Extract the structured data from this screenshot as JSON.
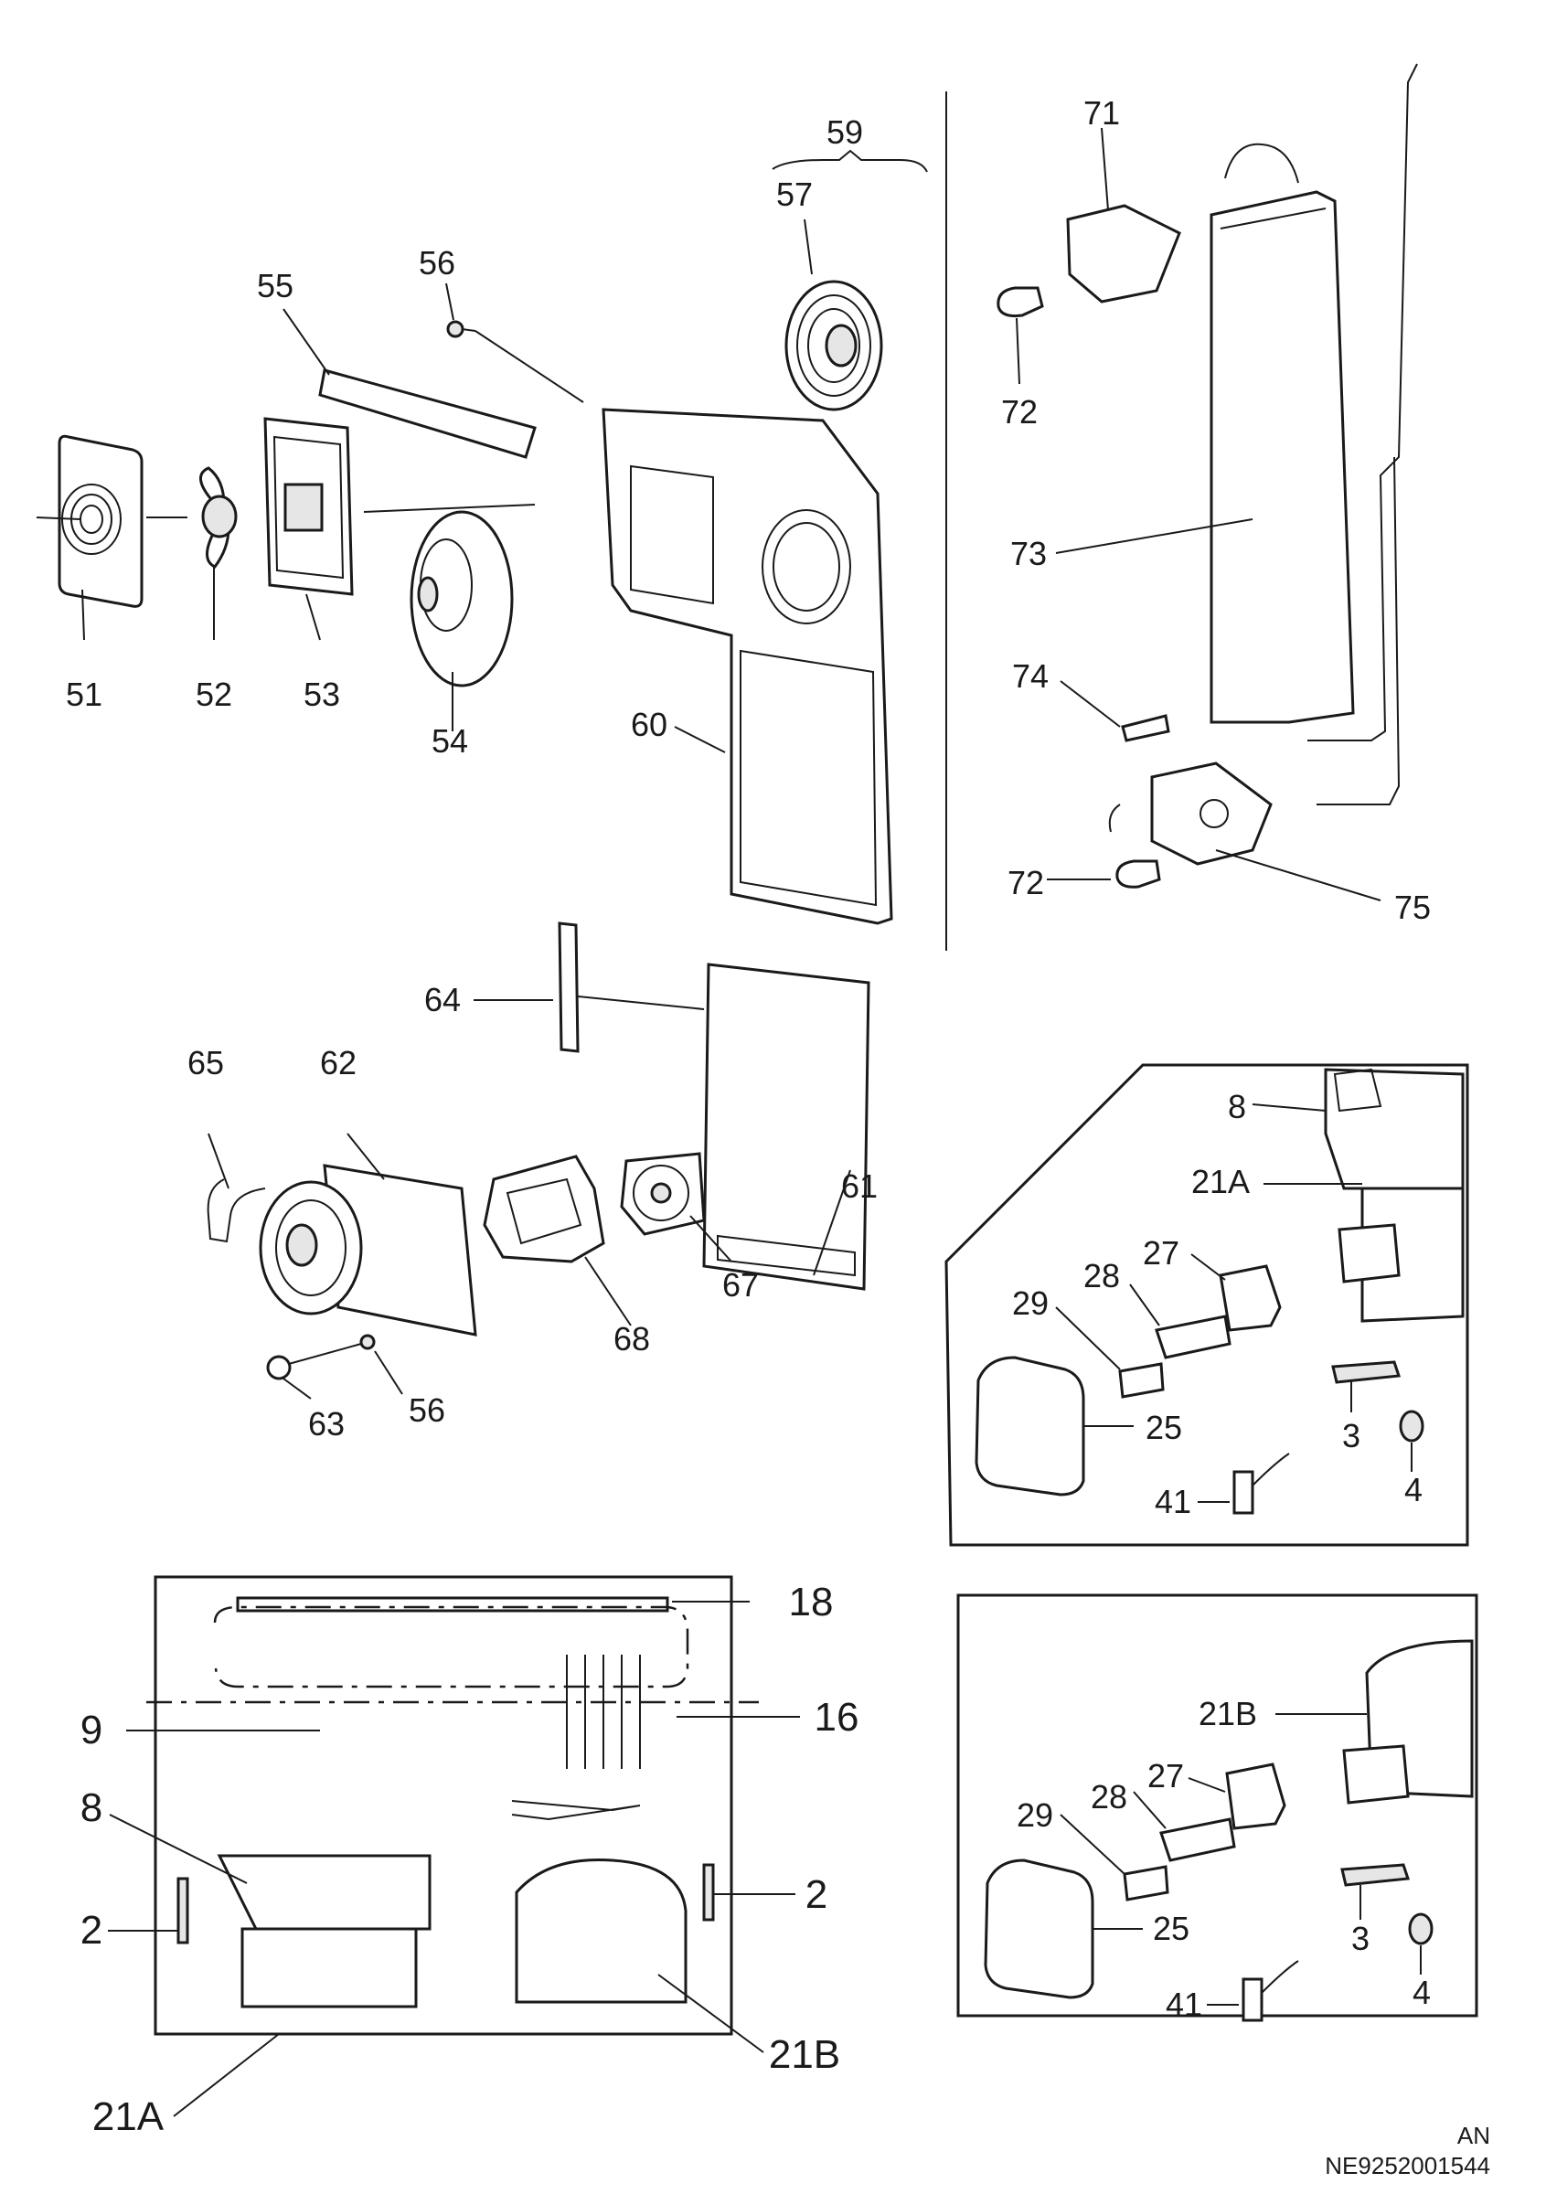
{
  "callouts": {
    "p51": "51",
    "p52": "52",
    "p53": "53",
    "p54": "54",
    "p55": "55",
    "p56a": "56",
    "p56b": "56",
    "p57": "57",
    "p59": "59",
    "p60": "60",
    "p61": "61",
    "p62": "62",
    "p63": "63",
    "p64": "64",
    "p65": "65",
    "p67": "67",
    "p68": "68",
    "p71": "71",
    "p72a": "72",
    "p72b": "72",
    "p73": "73",
    "p74": "74",
    "p75": "75",
    "box1_8": "8",
    "box1_21A": "21A",
    "box1_27": "27",
    "box1_28": "28",
    "box1_29": "29",
    "box1_25": "25",
    "box1_3": "3",
    "box1_4": "4",
    "box1_41": "41",
    "box2_21B": "21B",
    "box2_27": "27",
    "box2_28": "28",
    "box2_29": "29",
    "box2_25": "25",
    "box2_3": "3",
    "box2_4": "4",
    "box2_41": "41",
    "bot_18": "18",
    "bot_16": "16",
    "bot_9": "9",
    "bot_8": "8",
    "bot_2a": "2",
    "bot_2b": "2",
    "bot_21A": "21A",
    "bot_21B": "21B"
  },
  "footer": {
    "code1": "AN",
    "code2": "NE9252001544"
  }
}
